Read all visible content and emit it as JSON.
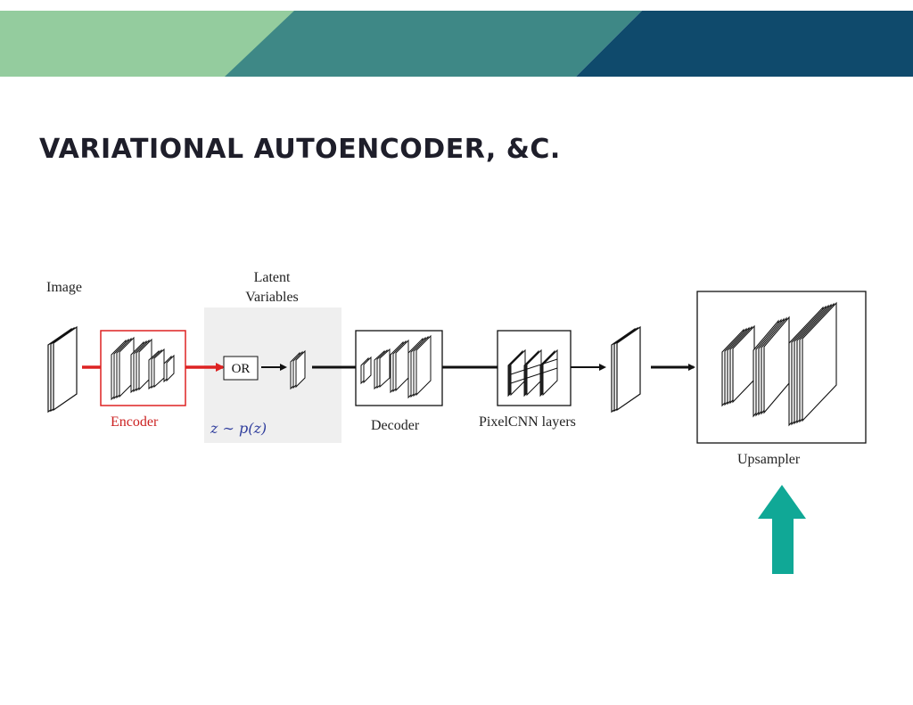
{
  "colors": {
    "banner_light_green": "#94cc9e",
    "banner_teal": "#3e8886",
    "banner_dark_blue": "#0f4a6c",
    "encoder_red": "#dd2222",
    "latent_background": "#efefef",
    "upsampler_arrow": "#10a896",
    "math_blue": "#2e3c9c"
  },
  "slide": {
    "title": "VARIATIONAL AUTOENCODER, &C."
  },
  "diagram": {
    "image_label": "Image",
    "latent_label_line1": "Latent",
    "latent_label_line2": "Variables",
    "encoder_label": "Encoder",
    "or_label": "OR",
    "sampling_label": "z ∼ p(z)",
    "decoder_label": "Decoder",
    "pixelcnn_label": "PixelCNN layers",
    "upsampler_label": "Upsampler"
  },
  "icons": {
    "highlight_arrow": "up-arrow-icon"
  }
}
